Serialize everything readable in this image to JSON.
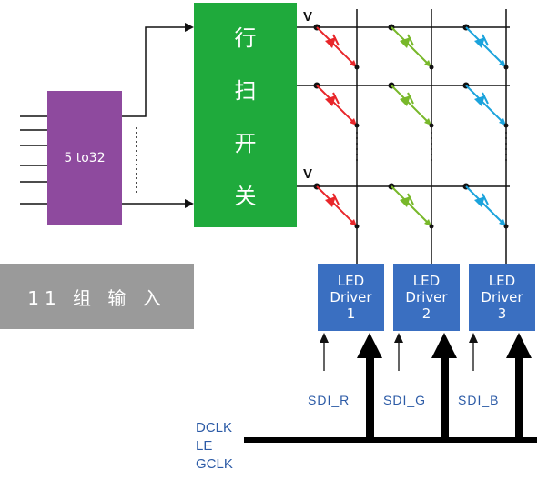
{
  "decoder": {
    "label": "5 to32"
  },
  "scan_switch": {
    "chars": [
      "行",
      "扫",
      "开",
      "关"
    ]
  },
  "input_banner": {
    "label": "11 组 输 入"
  },
  "supply_labels": [
    "V",
    "V"
  ],
  "drivers": [
    {
      "line1": "LED",
      "line2": "Driver",
      "line3": "1"
    },
    {
      "line1": "LED",
      "line2": "Driver",
      "line3": "2"
    },
    {
      "line1": "LED",
      "line2": "Driver",
      "line3": "3"
    }
  ],
  "sdi_labels": [
    "SDI_R",
    "SDI_G",
    "SDI_B"
  ],
  "control_signals": [
    "DCLK",
    "LE",
    "GCLK"
  ],
  "colors": {
    "red": "#e8262a",
    "green": "#78b82a",
    "blue": "#1ba3dc",
    "purple": "#8e4a9e",
    "scan_green": "#1faa3c",
    "driver_blue": "#3a6fc1",
    "banner_gray": "#9a9a9a"
  }
}
